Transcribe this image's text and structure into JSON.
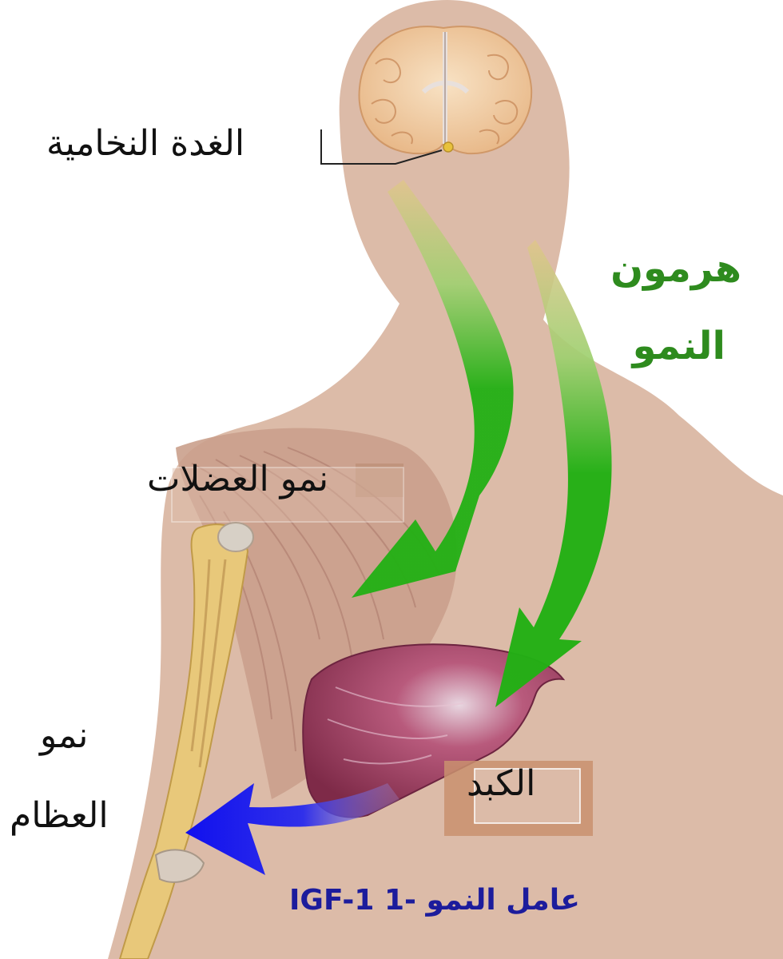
{
  "labels": {
    "pituitary": "الغدة النخامية",
    "growth_hormone_line1": "هرمون",
    "growth_hormone_line2": "النمو",
    "muscle_growth": "نمو العضلات",
    "bone_growth_line1": "نمو",
    "bone_growth_line2": "العظام",
    "liver": "الكبد",
    "igf1": "عامل النمو -1 IGF-1"
  },
  "colors": {
    "skin": "#dcbba8",
    "hormone_arrow": "#22b014",
    "igf_arrow": "#1a1ae6",
    "growth_hormone_text": "#2e8b1e",
    "igf_text": "#1c1c9c",
    "liver": "#a84a6a",
    "bone": "#e8c87a",
    "brain": "#f2cfa6",
    "pituitary": "#e8c23c"
  },
  "icons": [
    "brain-illustration",
    "pituitary-gland-marker",
    "muscle-illustration",
    "bone-illustration",
    "liver-illustration"
  ]
}
